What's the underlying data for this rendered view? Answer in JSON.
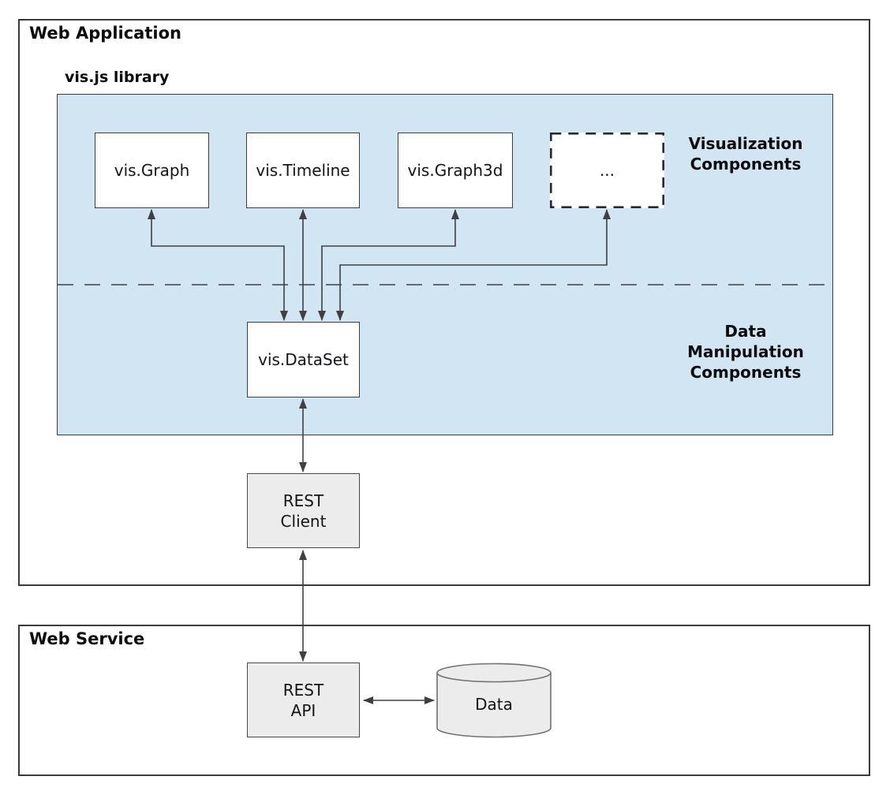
{
  "web_application": {
    "title": "Web Application",
    "visjs_library": {
      "label": "vis.js library",
      "visualization_label": "Visualization\nComponents",
      "data_manipulation_label": "Data\nManipulation\nComponents",
      "components": [
        {
          "id": "vis-graph",
          "label": "vis.Graph"
        },
        {
          "id": "vis-timeline",
          "label": "vis.Timeline"
        },
        {
          "id": "vis-graph3d",
          "label": "vis.Graph3d"
        },
        {
          "id": "more",
          "label": "..."
        }
      ],
      "dataset": {
        "label": "vis.DataSet"
      }
    },
    "rest_client": {
      "label": "REST\nClient"
    }
  },
  "web_service": {
    "title": "Web Service",
    "rest_api": {
      "label": "REST\nAPI"
    },
    "data_store": {
      "label": "Data"
    }
  },
  "colors": {
    "panel_blue": "#d2e5f3",
    "box_border": "#3c3c40",
    "arrow": "#3f3f44",
    "gray_fill": "#ececec",
    "cylinder_stroke": "#6f7174"
  }
}
